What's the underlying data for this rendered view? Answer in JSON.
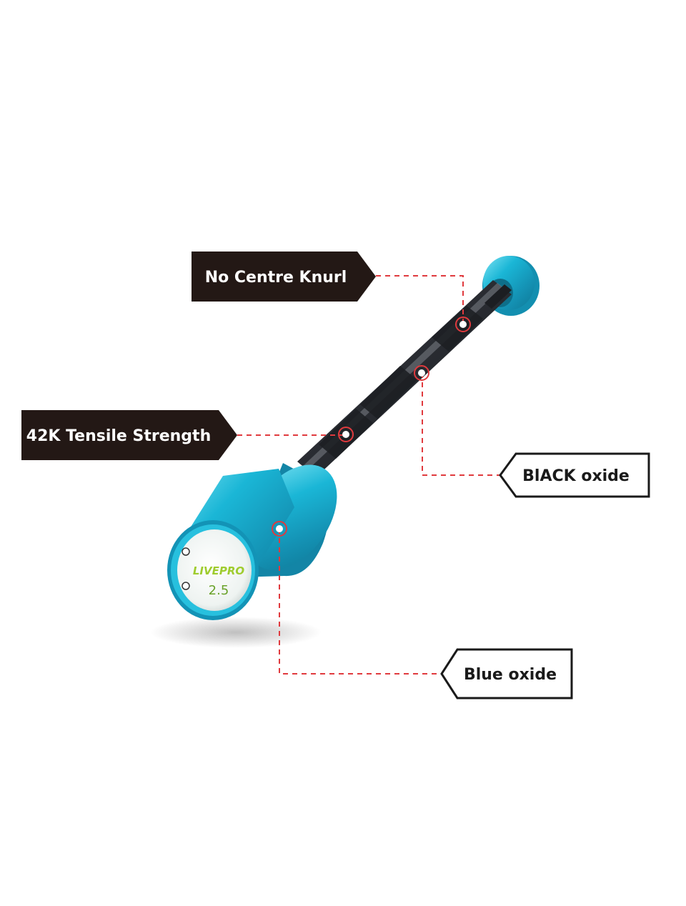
{
  "callouts": {
    "no_centre_knurl": "No Centre Knurl",
    "tensile_strength": "42K Tensile Strength",
    "black_oxide": "BlACK oxide",
    "blue_oxide": "Blue oxide"
  },
  "end_cap": {
    "brand": "LIVEPRO",
    "weight": "2.5"
  },
  "colors": {
    "label_dark_bg": "#231815",
    "label_dark_text": "#ffffff",
    "label_light_border": "#1a1a1a",
    "leader_line": "#e03a3e",
    "sleeve_blue": "#1eb4d2",
    "shaft_black": "#2a2d33",
    "cap_text_green": "#9fcc2e"
  }
}
